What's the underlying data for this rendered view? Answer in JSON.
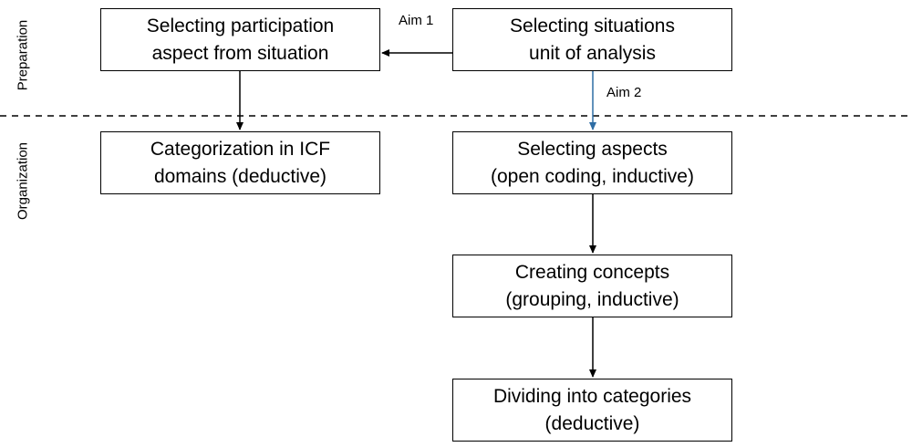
{
  "phases": {
    "preparation": "Preparation",
    "organization": "Organization"
  },
  "boxes": {
    "participation_aspect": "Selecting participation\naspect from situation",
    "situations_unit": "Selecting situations\nunit of analysis",
    "icf_categorization": "Categorization in ICF\ndomains (deductive)",
    "selecting_aspects": "Selecting aspects\n(open coding, inductive)",
    "creating_concepts": "Creating concepts\n(grouping, inductive)",
    "dividing_categories": "Dividing into categories\n(deductive)"
  },
  "labels": {
    "aim1": "Aim 1",
    "aim2": "Aim 2"
  },
  "colors": {
    "aim2_arrow": "#2e6da4",
    "default_arrow": "#000000"
  }
}
